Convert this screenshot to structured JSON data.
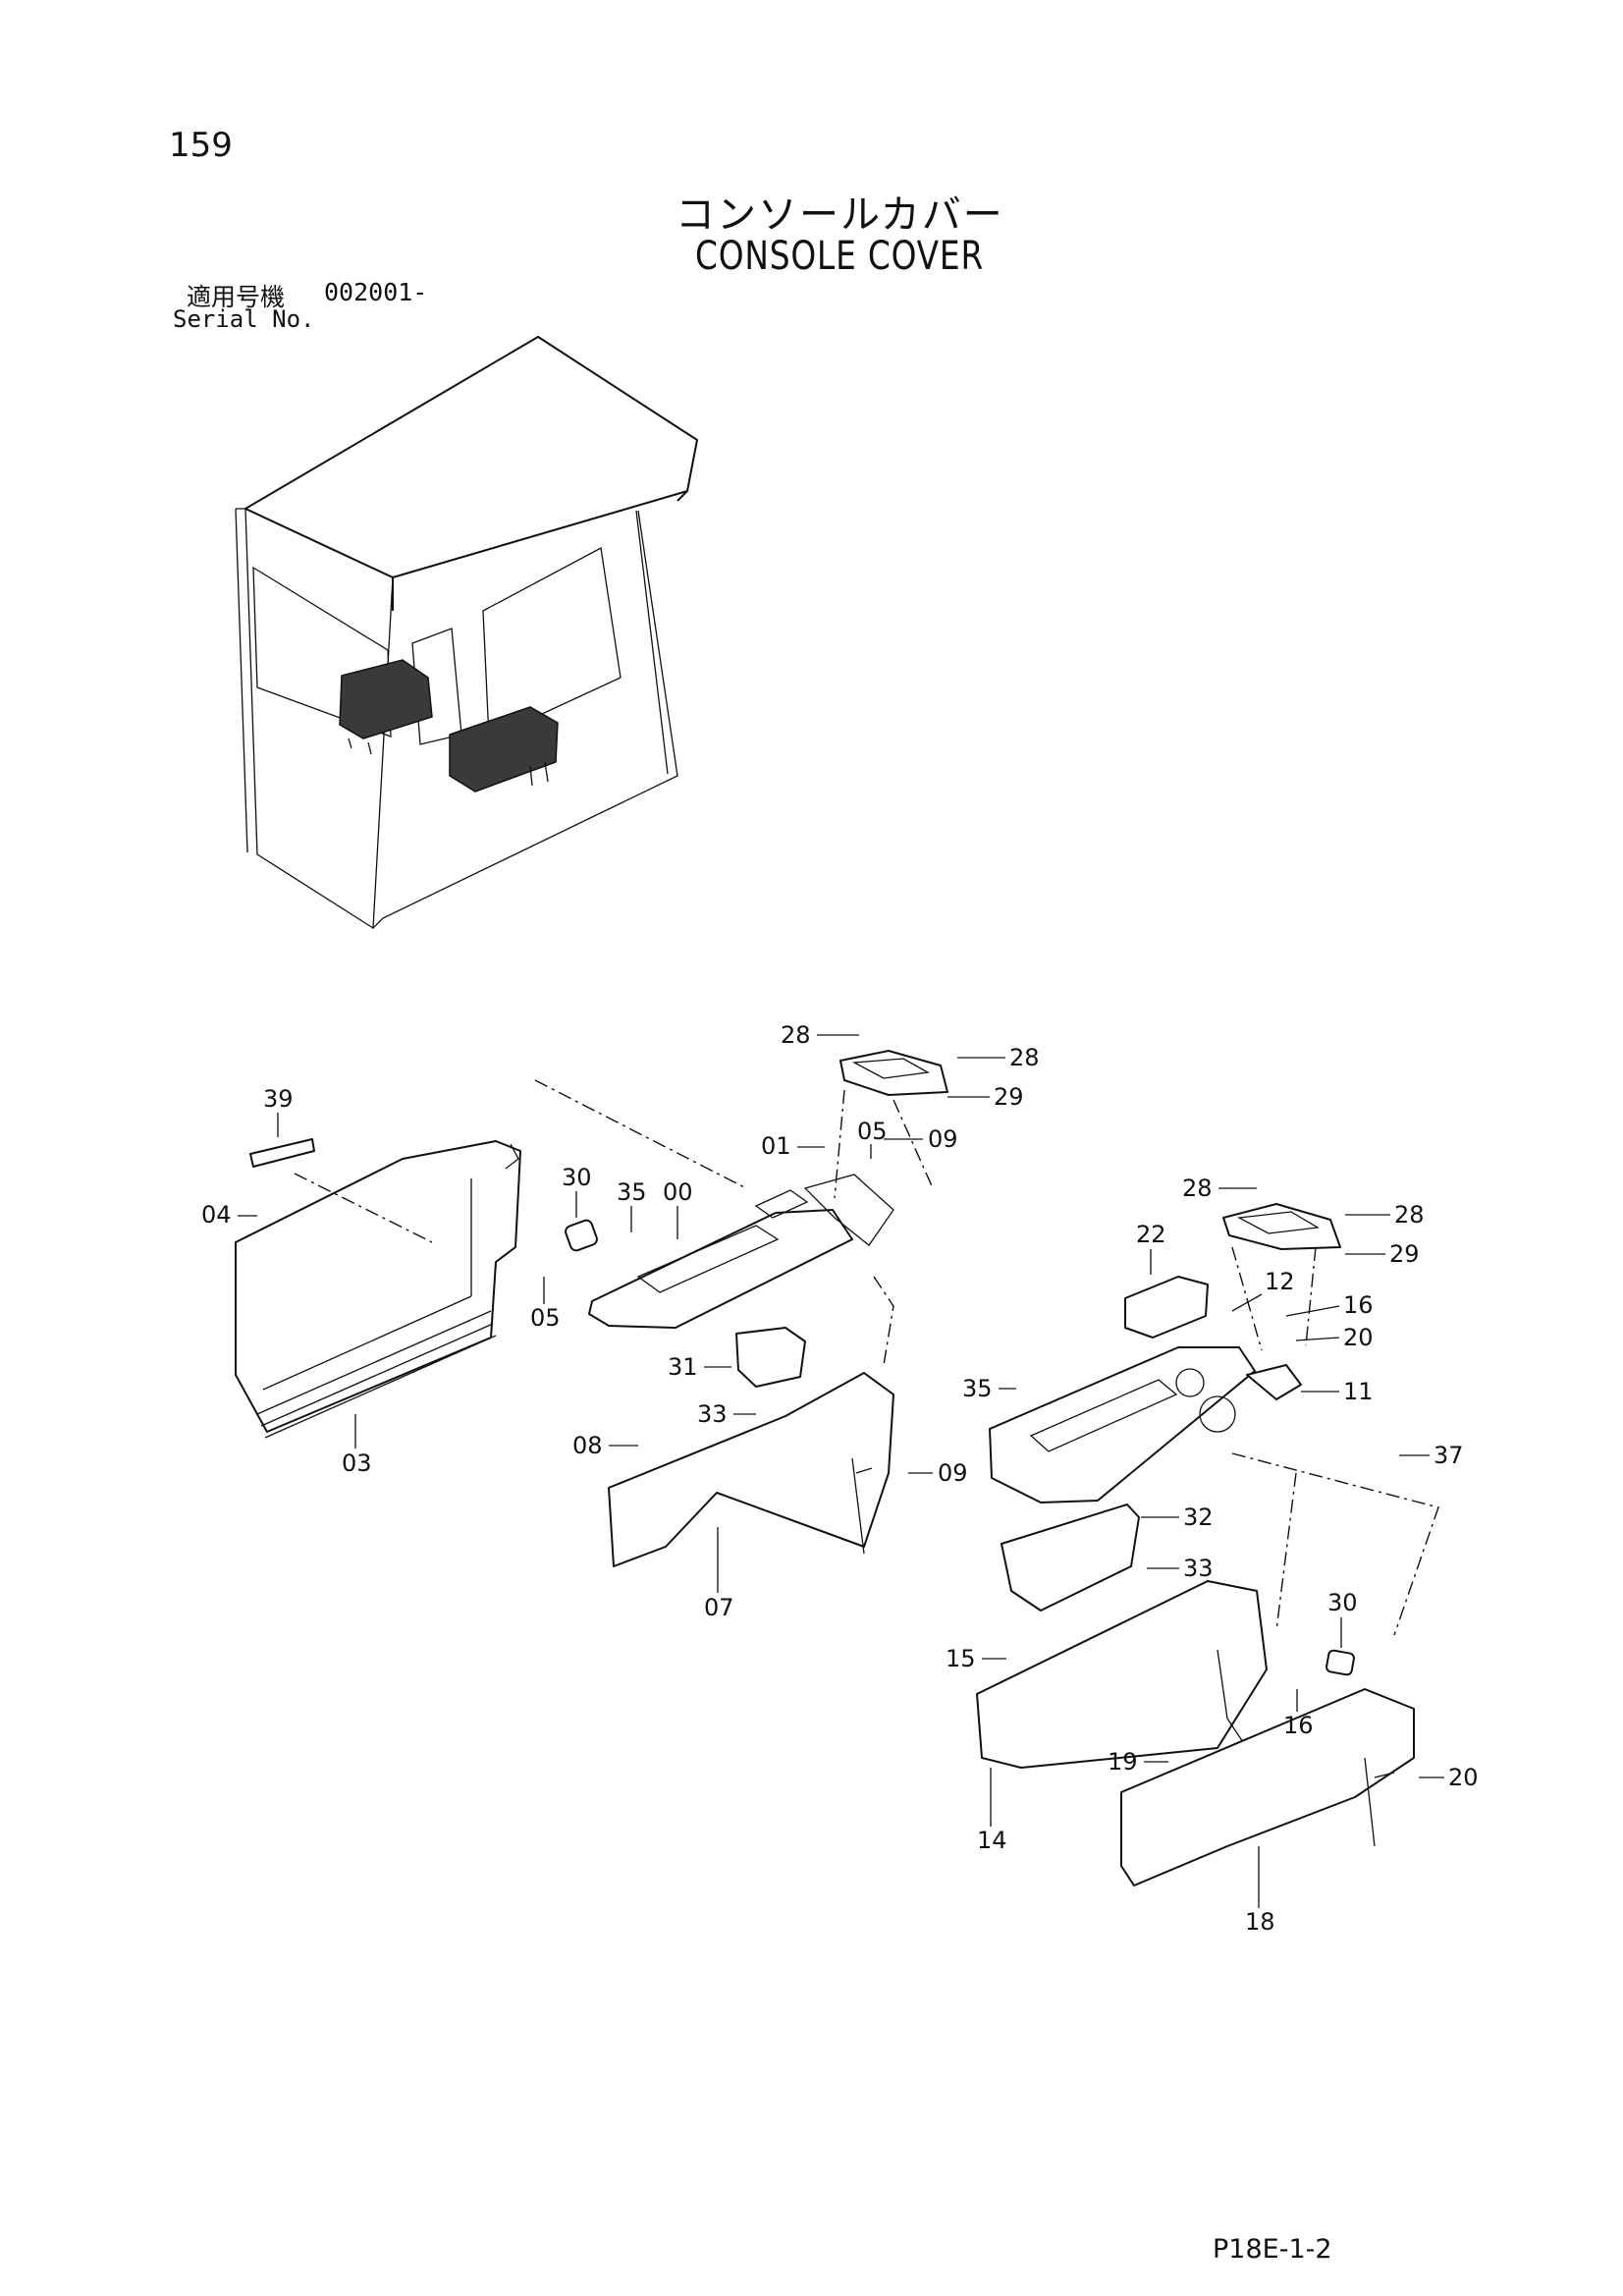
{
  "page_number": "159",
  "title_jp": "コンソールカバー",
  "title_en": "CONSOLE COVER",
  "serial_label_jp": "適用号機",
  "serial_value": "002001-",
  "serial_label_en": "Serial No.",
  "page_code": "P18E-1-2",
  "callouts": [
    {
      "id": "c28a",
      "label": "28"
    },
    {
      "id": "c28b",
      "label": "28"
    },
    {
      "id": "c29a",
      "label": "29"
    },
    {
      "id": "c39",
      "label": "39"
    },
    {
      "id": "c01",
      "label": "01"
    },
    {
      "id": "c05a",
      "label": "05"
    },
    {
      "id": "c09a",
      "label": "09"
    },
    {
      "id": "c04",
      "label": "04"
    },
    {
      "id": "c30a",
      "label": "30"
    },
    {
      "id": "c35a",
      "label": "35"
    },
    {
      "id": "c00",
      "label": "00"
    },
    {
      "id": "c05b",
      "label": "05"
    },
    {
      "id": "c31",
      "label": "31"
    },
    {
      "id": "c33a",
      "label": "33"
    },
    {
      "id": "c03",
      "label": "03"
    },
    {
      "id": "c08",
      "label": "08"
    },
    {
      "id": "c09b",
      "label": "09"
    },
    {
      "id": "c07",
      "label": "07"
    },
    {
      "id": "c28c",
      "label": "28"
    },
    {
      "id": "c28d",
      "label": "28"
    },
    {
      "id": "c29b",
      "label": "29"
    },
    {
      "id": "c22",
      "label": "22"
    },
    {
      "id": "c12",
      "label": "12"
    },
    {
      "id": "c16a",
      "label": "16"
    },
    {
      "id": "c20a",
      "label": "20"
    },
    {
      "id": "c35b",
      "label": "35"
    },
    {
      "id": "c11",
      "label": "11"
    },
    {
      "id": "c37",
      "label": "37"
    },
    {
      "id": "c32",
      "label": "32"
    },
    {
      "id": "c33b",
      "label": "33"
    },
    {
      "id": "c30b",
      "label": "30"
    },
    {
      "id": "c15",
      "label": "15"
    },
    {
      "id": "c16b",
      "label": "16"
    },
    {
      "id": "c19",
      "label": "19"
    },
    {
      "id": "c20b",
      "label": "20"
    },
    {
      "id": "c14",
      "label": "14"
    },
    {
      "id": "c18",
      "label": "18"
    }
  ]
}
